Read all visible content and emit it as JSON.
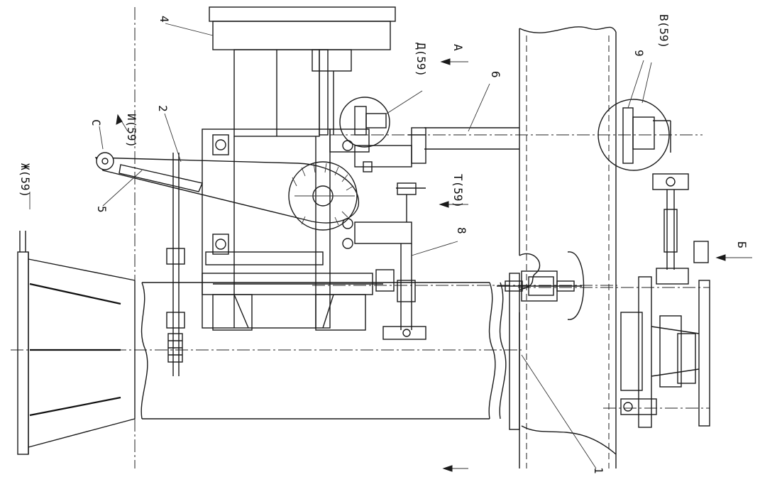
{
  "labels": {
    "part_1": "1",
    "part_2": "2",
    "part_4": "4",
    "part_5": "5",
    "part_6": "6",
    "part_8": "8",
    "part_9": "9",
    "point_c": "C",
    "view_a": "A",
    "view_b": "Б",
    "detail_v": "B(59)",
    "detail_d": "Д(59)",
    "detail_i": "И(59)",
    "detail_t": "T(59)",
    "detail_zh": "Ж(59)"
  }
}
